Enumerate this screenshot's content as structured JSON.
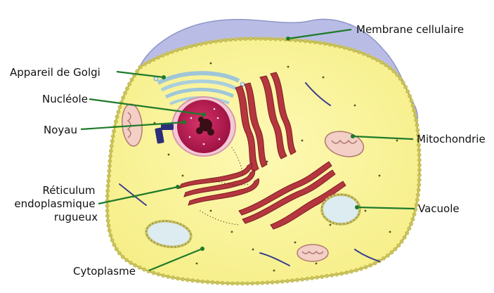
{
  "diagram": {
    "labels": {
      "membrane": "Membrane cellulaire",
      "golgi": "Appareil de Golgi",
      "nucleole": "Nucléole",
      "noyau": "Noyau",
      "mitochondrie": "Mitochondrie",
      "reticulum_line1": "Réticulum",
      "reticulum_line2": "endoplasmique",
      "reticulum_line3": "rugueux",
      "vacuole": "Vacuole",
      "cytoplasme": "Cytoplasme"
    },
    "colors": {
      "cytoplasm": "#fbf59a",
      "membrane": "#c9c25a",
      "outer_shade": "#b9bde6",
      "nucleus": "#c8215a",
      "reticulum": "#b5363e",
      "mitochondria": "#f3cfc6",
      "vacuole": "#dcecf1",
      "golgi": "#9fc6d8",
      "leader": "#1e7a2a"
    }
  }
}
